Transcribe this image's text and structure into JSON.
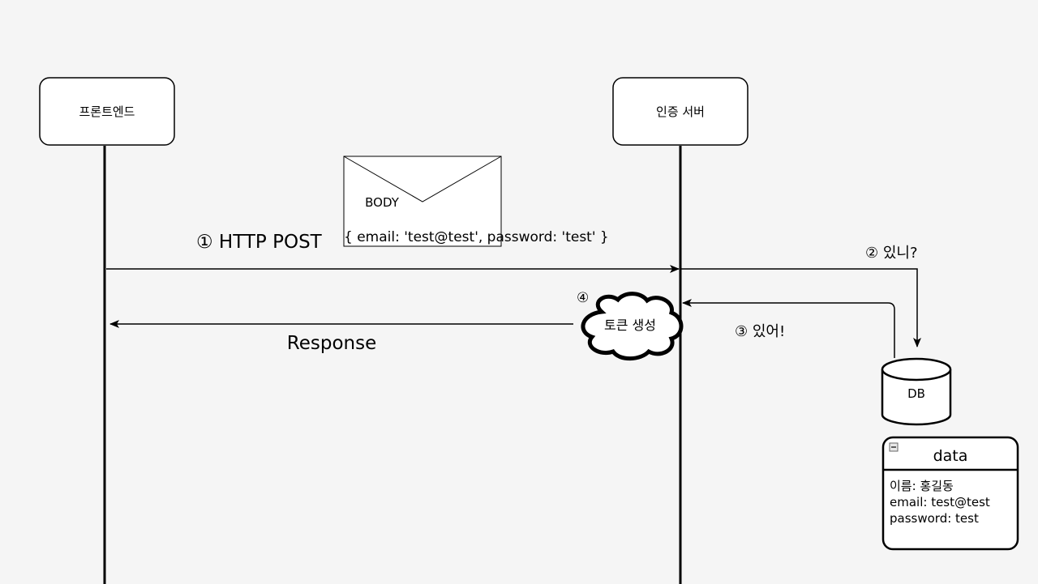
{
  "participants": {
    "frontend": {
      "label": "프론트엔드"
    },
    "auth_server": {
      "label": "인증 서버"
    }
  },
  "envelope": {
    "title": "BODY",
    "content": "{ email: 'test@test', password: 'test' }"
  },
  "messages": {
    "request": "① HTTP POST",
    "query": "② 있니?",
    "answer": "③ 있어!",
    "token_step": "④",
    "token_action": "토큰 생성",
    "response": "Response"
  },
  "database": {
    "label": "DB"
  },
  "data_table": {
    "title": "data",
    "collapse_symbol": "−",
    "rows": [
      "이름: 홍길동",
      "email: test@test",
      "password: test"
    ]
  },
  "colors": {
    "background": "#f5f5f5",
    "stroke": "#000000",
    "fill": "#ffffff"
  }
}
